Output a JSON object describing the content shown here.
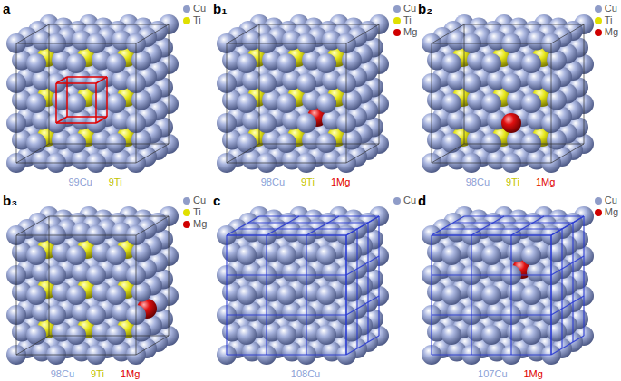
{
  "diagram": {
    "labels": [
      "a",
      "99Cu",
      "9Ti",
      "b₁",
      "98Cu",
      "9Ti",
      "1Mg",
      "b₂",
      "98Cu",
      "9Ti",
      "1Mg",
      "b₃",
      "98Cu",
      "9Ti",
      "1Mg",
      "c",
      "108Cu",
      "d",
      "107Cu",
      "1Mg"
    ],
    "legend": [
      {
        "text": "Cu",
        "color": "#8f9cc8"
      },
      {
        "text": "Ti",
        "color": "#e0e000"
      },
      {
        "text": "Cu",
        "color": "#8f9cc8"
      },
      {
        "text": "Ti",
        "color": "#e0e000"
      },
      {
        "text": "Mg",
        "color": "#d00000"
      },
      {
        "text": "Cu",
        "color": "#8f9cc8"
      },
      {
        "text": "Ti",
        "color": "#e0e000"
      },
      {
        "text": "Mg",
        "color": "#d00000"
      },
      {
        "text": "Cu",
        "color": "#8f9cc8"
      },
      {
        "text": "Ti",
        "color": "#e0e000"
      },
      {
        "text": "Mg",
        "color": "#d00000"
      },
      {
        "text": "Cu",
        "color": "#8f9cc8"
      },
      {
        "text": "Cu",
        "color": "#8f9cc8"
      },
      {
        "text": "Mg",
        "color": "#d00000"
      }
    ]
  }
}
